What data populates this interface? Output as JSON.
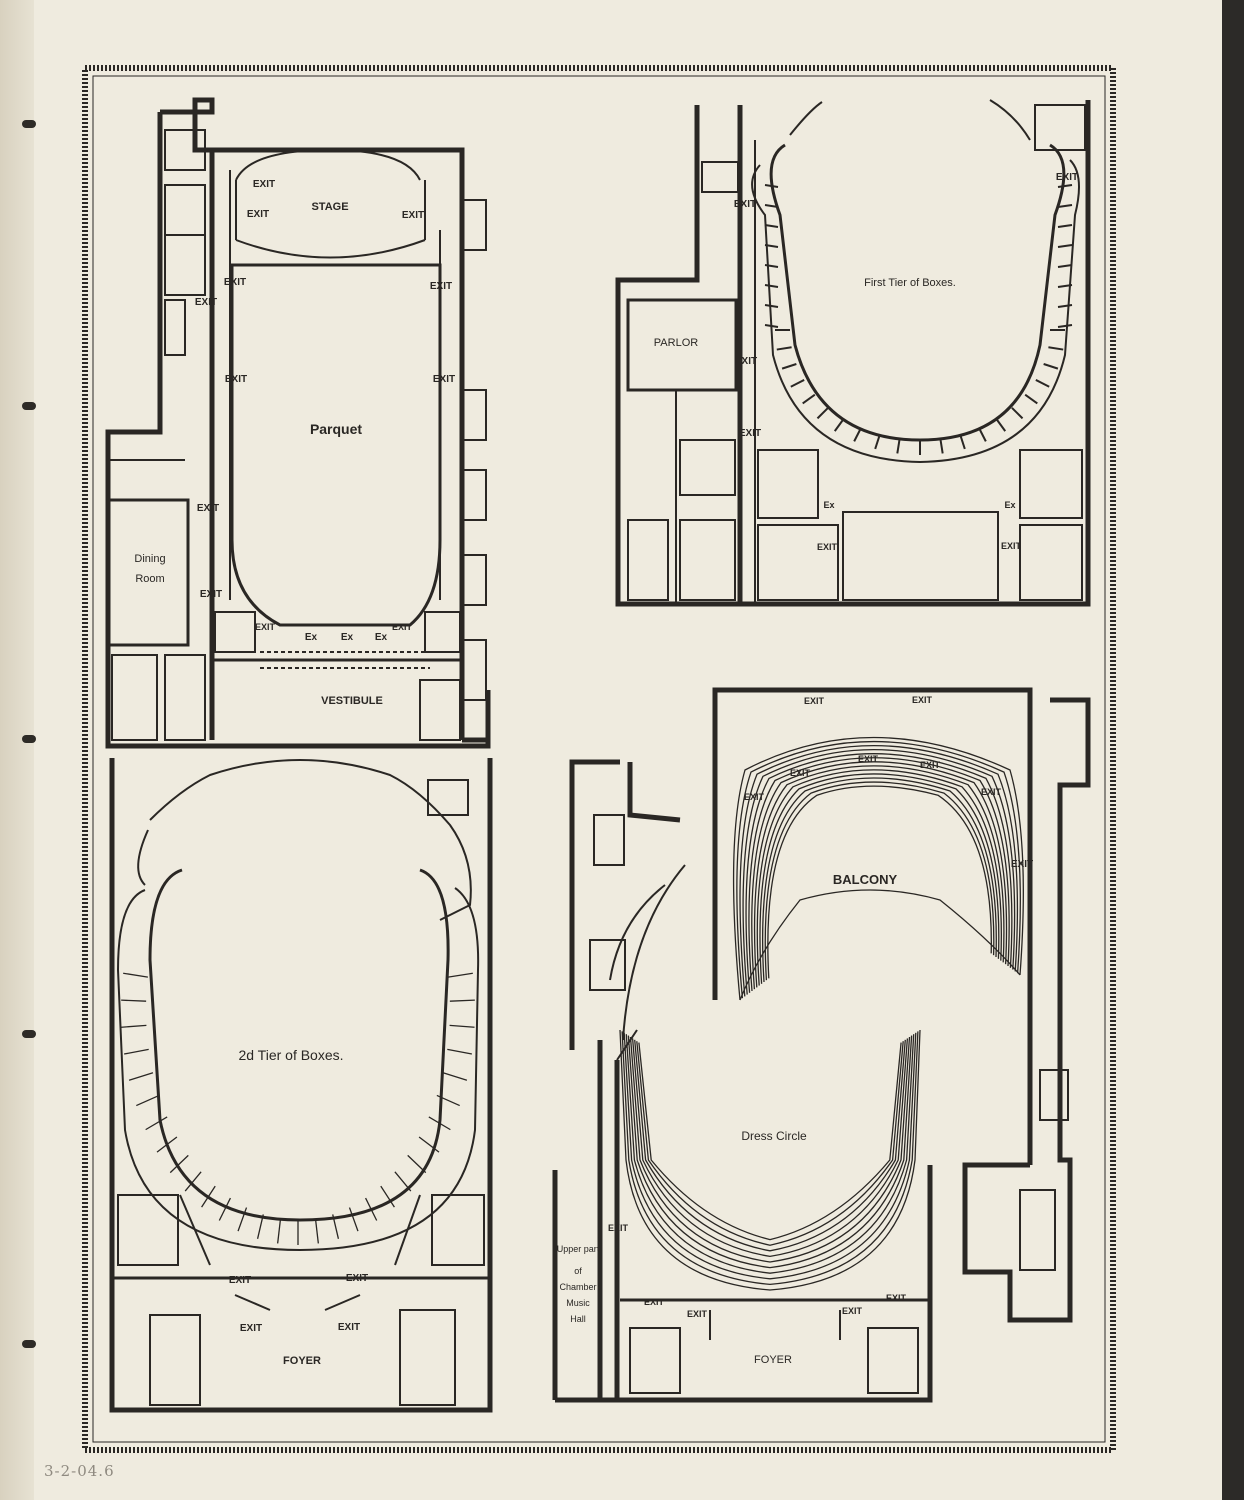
{
  "catalog_mark": "3-2-04.6",
  "plans": {
    "parquet": {
      "title": "Parquet",
      "labels": {
        "stage": "STAGE",
        "dining_room_1": "Dining",
        "dining_room_2": "Room",
        "vestibule": "VESTIBULE",
        "exit": "EXIT",
        "ex": "Ex"
      }
    },
    "first_tier": {
      "title": "First Tier of Boxes.",
      "labels": {
        "parlor": "PARLOR",
        "exit": "EXIT",
        "ex": "Ex"
      }
    },
    "second_tier": {
      "title": "2d Tier of Boxes.",
      "labels": {
        "foyer": "FOYER",
        "exit": "EXIT"
      }
    },
    "balcony": {
      "title": "BALCONY",
      "labels": {
        "exit": "EXIT"
      }
    },
    "dress_circle": {
      "title": "Dress Circle",
      "labels": {
        "foyer": "FOYER",
        "exit": "EXIT",
        "chamber_1": "Upper part",
        "chamber_2": "of",
        "chamber_3": "Chamber",
        "chamber_4": "Music",
        "chamber_5": "Hall"
      }
    }
  }
}
